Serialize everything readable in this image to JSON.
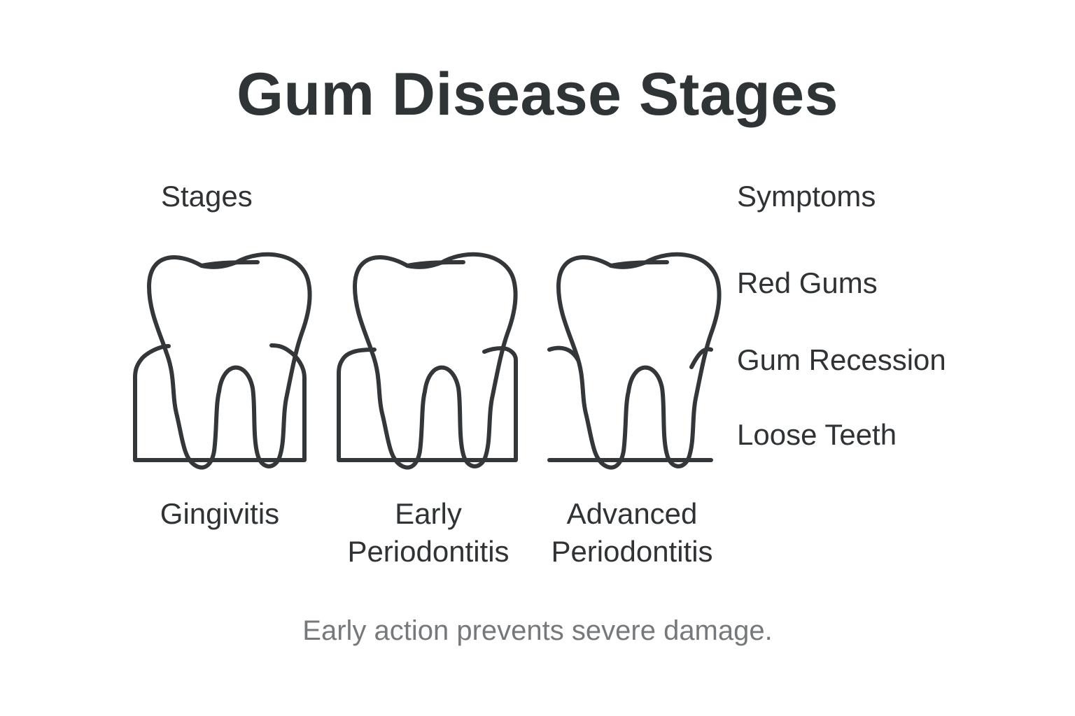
{
  "title": "Gum Disease Stages",
  "stages_heading": "Stages",
  "symptoms_heading": "Symptoms",
  "stages": [
    {
      "label": "Gingivitis",
      "icon": "tooth-healthy-gum-icon"
    },
    {
      "label": "Early\nPeriodontitis",
      "icon": "tooth-early-recession-icon"
    },
    {
      "label": "Advanced\nPeriodontitis",
      "icon": "tooth-advanced-recession-icon"
    }
  ],
  "symptoms": [
    "Red Gums",
    "Gum Recession",
    "Loose Teeth"
  ],
  "footer": "Early action prevents severe damage.",
  "colors": {
    "text": "#2f3335",
    "footer_text": "#76797b",
    "stroke": "#343739",
    "background": "#ffffff"
  }
}
